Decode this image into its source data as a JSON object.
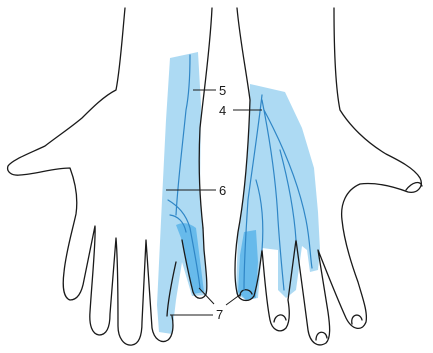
{
  "labels": {
    "l4": "4",
    "l5": "5",
    "l6": "6",
    "l7": "7"
  },
  "colors": {
    "region_light": "#a9d8f2",
    "region_dark": "#5fb6ea",
    "nerve": "#2f86c6",
    "outline": "#1a1a1a"
  }
}
